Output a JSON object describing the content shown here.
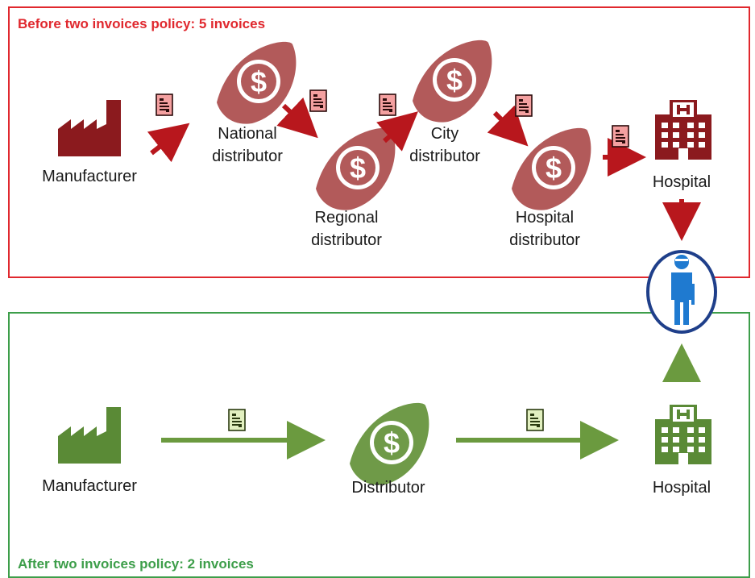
{
  "colors": {
    "before_border": "#e0282e",
    "after_border": "#3d9e4a",
    "before_icon": "#8b1a1e",
    "before_arrow": "#b8171d",
    "distributor_before": "#b25a5a",
    "invoice_before_fill": "#f4a0a0",
    "after_icon": "#5a8a36",
    "after_arrow": "#6b9a3f",
    "invoice_after_fill": "#e2f0c0",
    "patient_circle": "#1f3f8a",
    "patient_figure": "#1f7ad0"
  },
  "before": {
    "title": "Before two invoices policy: 5 invoices",
    "nodes": {
      "manufacturer": "Manufacturer",
      "national": "National\ndistributor",
      "regional": "Regional\ndistributor",
      "city": "City\ndistributor",
      "hospital_distributor": "Hospital\ndistributor",
      "hospital": "Hospital"
    }
  },
  "after": {
    "title": "After two invoices policy: 2 invoices",
    "nodes": {
      "manufacturer": "Manufacturer",
      "distributor": "Distributor",
      "hospital": "Hospital"
    }
  },
  "icons": {
    "factory": "factory-icon",
    "distributor": "dollar-hand-icon",
    "invoice": "invoice-icon",
    "hospital": "hospital-icon",
    "patient": "patient-icon"
  }
}
